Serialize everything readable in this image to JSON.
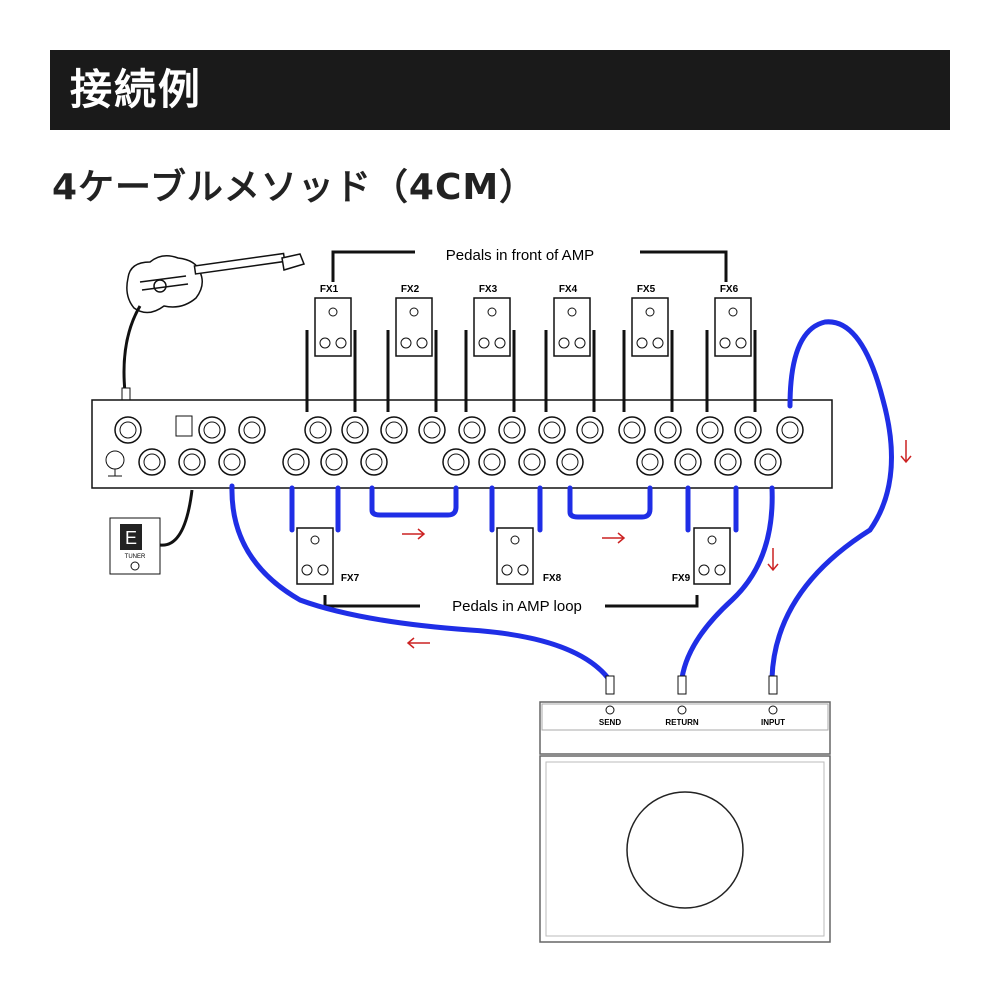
{
  "header": {
    "title": "接続例"
  },
  "subtitle": "4ケーブルメソッド（4CM）",
  "diagram": {
    "front_label": "Pedals in front of AMP",
    "loop_label": "Pedals in AMP loop",
    "front_pedals": [
      "FX1",
      "FX2",
      "FX3",
      "FX4",
      "FX5",
      "FX6"
    ],
    "loop_pedals": [
      "FX7",
      "FX8",
      "FX9"
    ],
    "amp_jacks": [
      "SEND",
      "RETURN",
      "INPUT"
    ],
    "tuner_display": "E",
    "tuner_label": "TUNER",
    "cable_color": "#1f2ee6",
    "arrow_color": "#cc2222"
  }
}
